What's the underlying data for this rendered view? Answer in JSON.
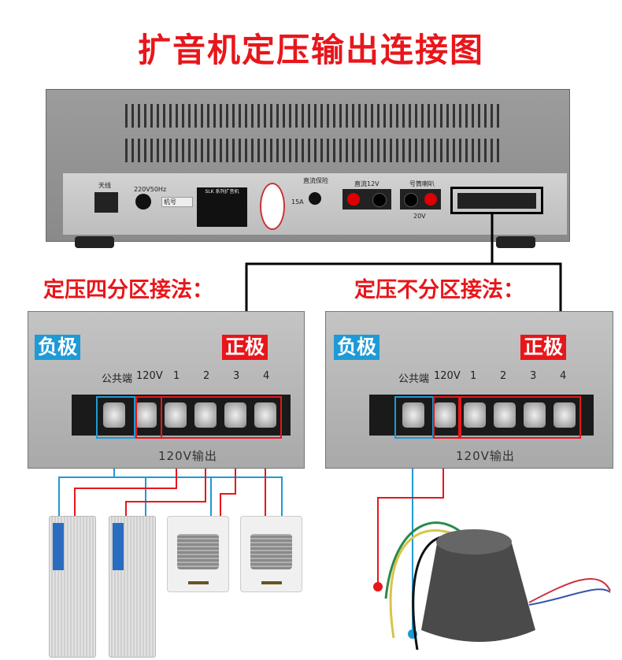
{
  "title": "扩音机定压输出连接图",
  "amplifier": {
    "antenna_label": "天线",
    "power_label": "220V50Hz",
    "serial_label": "机号",
    "nameplate_title": "SLK 系列扩音机",
    "fuse_label": "直流保险",
    "fuse_value": "15A",
    "dc_label": "直流12V",
    "horn_label": "号筒喇叭",
    "horn_voltage": "20V"
  },
  "left_section": {
    "subtitle": "定压四分区接法：",
    "negative_label": "负极",
    "positive_label": "正极",
    "terminal_labels": [
      "公共端",
      "120V",
      "1",
      "2",
      "3",
      "4"
    ],
    "output_label": "120V输出"
  },
  "right_section": {
    "subtitle": "定压不分区接法：",
    "negative_label": "负极",
    "positive_label": "正极",
    "terminal_labels": [
      "公共端",
      "120V",
      "1",
      "2",
      "3",
      "4"
    ],
    "output_label": "120V输出"
  },
  "colors": {
    "title": "#e8161b",
    "negative": "#1e9ad6",
    "positive": "#e8161b"
  }
}
